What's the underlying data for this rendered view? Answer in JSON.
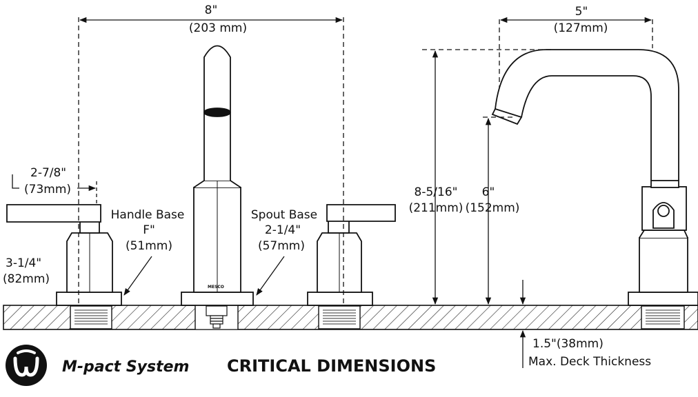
{
  "dimensions": {
    "spread_in": "8\"",
    "spread_mm": "(203 mm)",
    "reach_in": "5\"",
    "reach_mm": "(127mm)",
    "lever_in": "2-7/8\"",
    "lever_mm": "(73mm)",
    "handle_height_in": "3-1/4\"",
    "handle_height_mm": "(82mm)",
    "handle_base_label": "Handle Base",
    "handle_base_in": "F\"",
    "handle_base_mm": "(51mm)",
    "spout_base_label": "Spout Base",
    "spout_base_in": "2-1/4\"",
    "spout_base_mm": "(57mm)",
    "overall_height_in": "8-5/16\"",
    "overall_height_mm": "(211mm)",
    "spout_height_in": "6\"",
    "spout_height_mm": "(152mm)",
    "deck_in": "1.5\"(38mm)",
    "deck_note": "Max. Deck Thickness"
  },
  "spout_mark": "MESCO",
  "brand": {
    "name": "M-pact System"
  },
  "title": "CRITICAL DIMENSIONS"
}
